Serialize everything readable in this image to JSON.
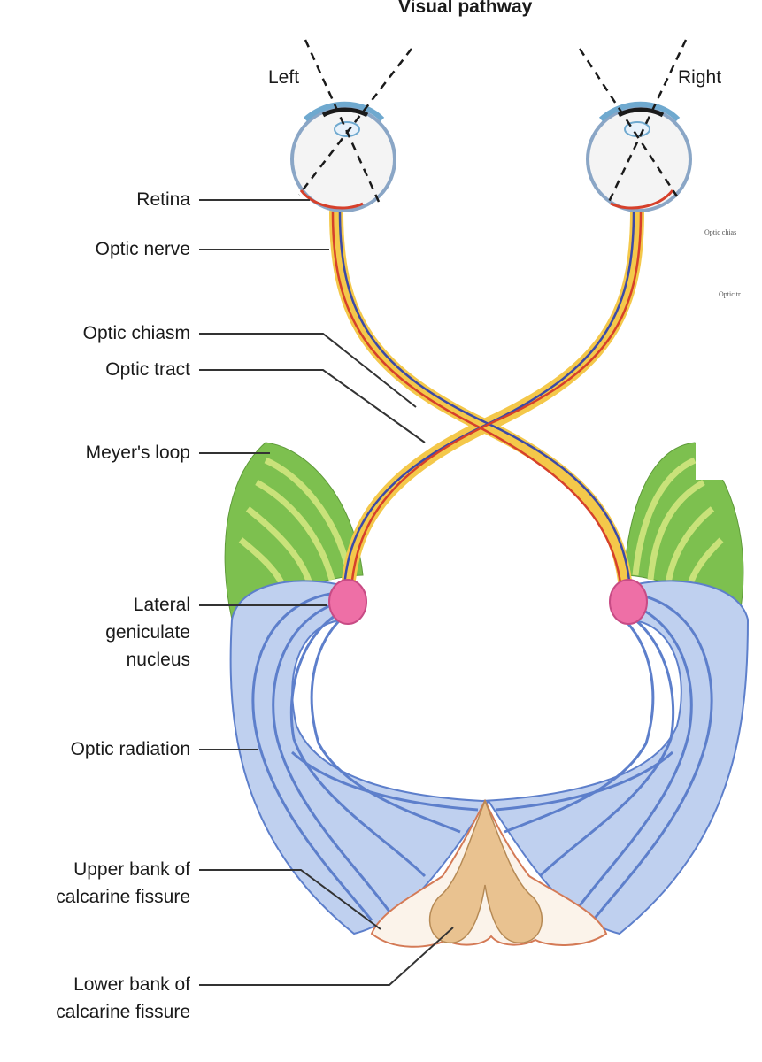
{
  "title": "Visual pathway",
  "eyes": {
    "left": "Left",
    "right": "Right"
  },
  "labels": {
    "retina": "Retina",
    "optic_nerve": "Optic nerve",
    "optic_chiasm": "Optic chiasm",
    "optic_tract": "Optic tract",
    "meyers_loop": "Meyer's loop",
    "lgn_1": "Lateral",
    "lgn_2": "geniculate",
    "lgn_3": "nucleus",
    "optic_radiation": "Optic radiation",
    "upper_bank_1": "Upper bank of",
    "upper_bank_2": "calcarine fissure",
    "lower_bank_1": "Lower bank of",
    "lower_bank_2": "calcarine fissure"
  },
  "side_fragments": {
    "a": "Optic chias",
    "b": "Optic tr"
  },
  "colors": {
    "meyer_green": "#7dc04f",
    "meyer_light": "#c9e27a",
    "radiation_blue": "#bfd0ef",
    "radiation_dark": "#5d7fcb",
    "tract_yellow": "#f4c84a",
    "tract_red": "#d6402b",
    "tract_blue": "#3b4aa8",
    "lgn_pink": "#ee6fa6",
    "cortex_tan": "#e9c290"
  }
}
